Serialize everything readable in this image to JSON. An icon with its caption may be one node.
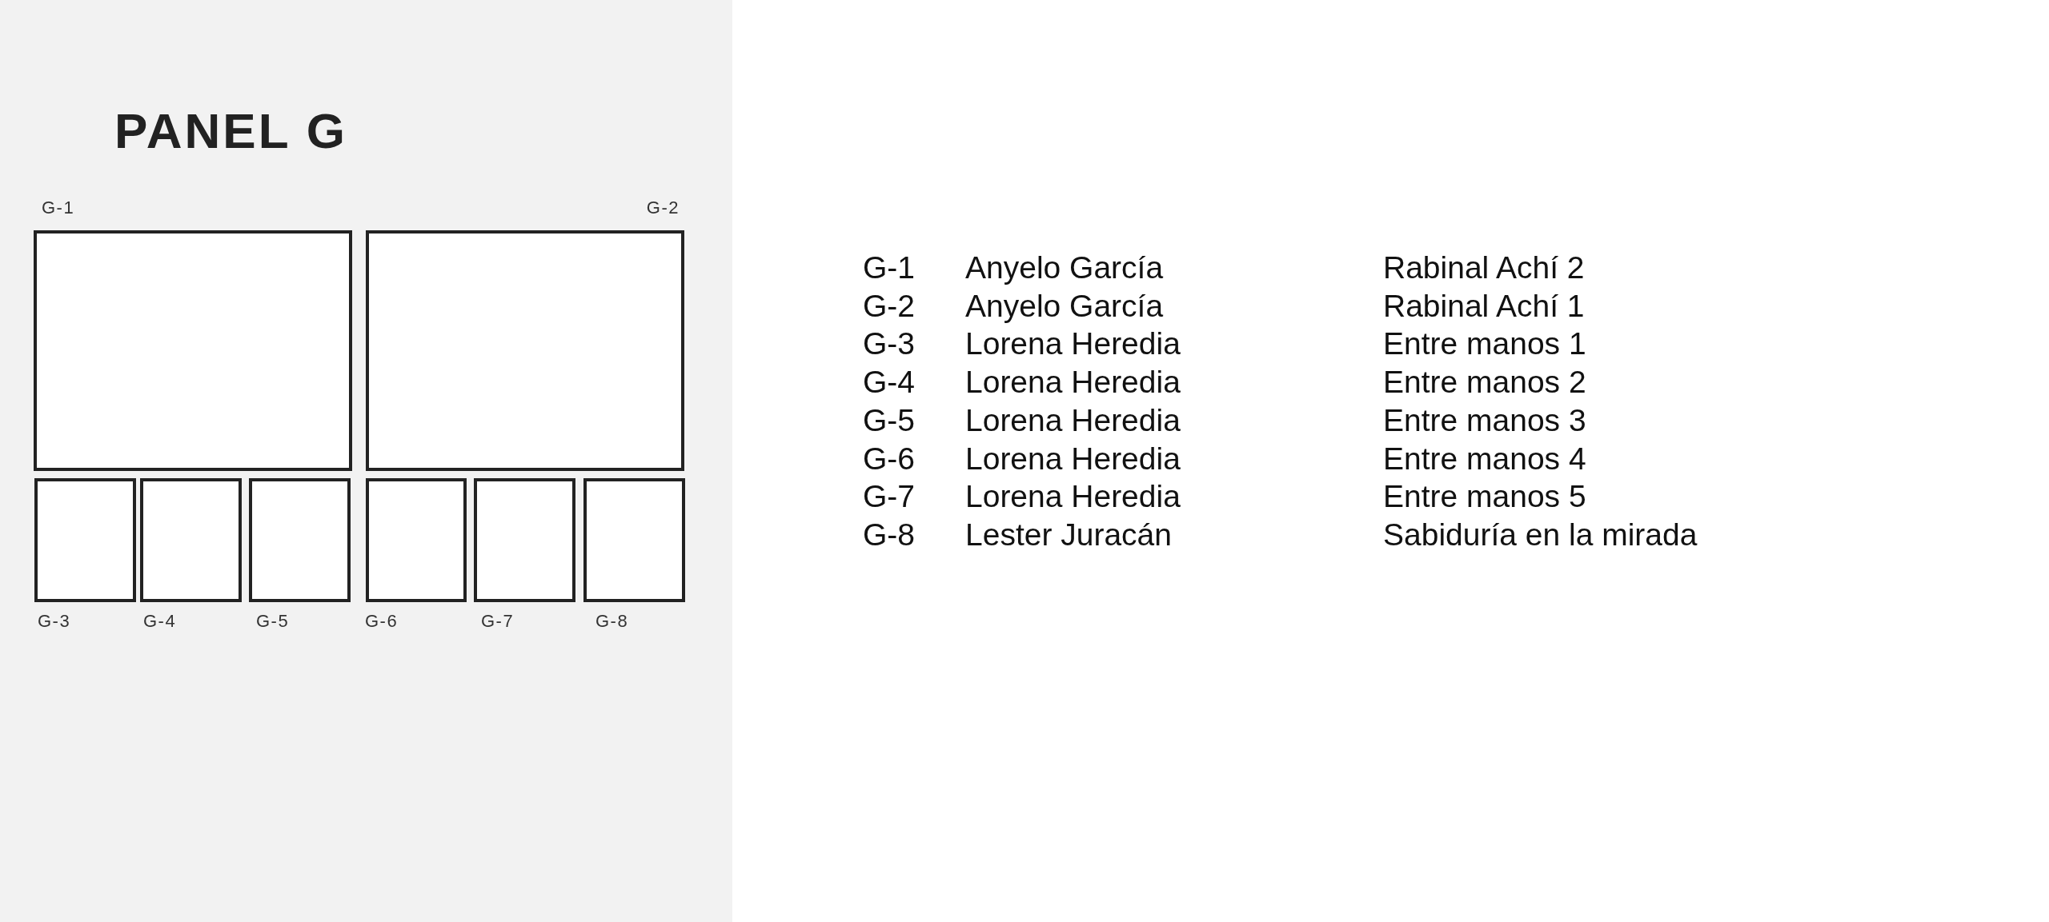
{
  "diagram": {
    "nodes": [
      {
        "text": [
          "PANEL G"
        ]
      },
      {
        "text": [],
        "shape": "box",
        "in": 0,
        "beside": [
          "G-1"
        ]
      },
      {
        "text": [],
        "shape": "box",
        "in": 0,
        "beside": [
          "G-2"
        ]
      },
      {
        "text": [],
        "shape": "box",
        "in": 0,
        "beside": [
          "G-3"
        ]
      },
      {
        "text": [],
        "shape": "box",
        "in": 0,
        "beside": [
          "G-4"
        ]
      },
      {
        "text": [],
        "shape": "box",
        "in": 0,
        "beside": [
          "G-5"
        ]
      },
      {
        "text": [],
        "shape": "box",
        "in": 0,
        "beside": [
          "G-6"
        ]
      },
      {
        "text": [],
        "shape": "box",
        "in": 0,
        "beside": [
          "G-7"
        ]
      },
      {
        "text": [],
        "shape": "box",
        "in": 0,
        "beside": [
          "G-8"
        ]
      }
    ],
    "labels": [
      "G-1",
      "Anyelo García",
      "Rabinal Achí 2",
      "G-2",
      "Anyelo García",
      "Rabinal Achí 1",
      "G-3",
      "Lorena Heredia",
      "Entre manos 1",
      "G-4",
      "Lorena Heredia",
      "Entre manos 2",
      "G-5",
      "Lorena Heredia",
      "Entre manos 3",
      "G-6",
      "Lorena Heredia",
      "Entre manos 4",
      "G-7",
      "Lorena Heredia",
      "Entre manos 5",
      "G-8",
      "Lester Juracán",
      "Sabiduría en la mirada"
    ]
  }
}
